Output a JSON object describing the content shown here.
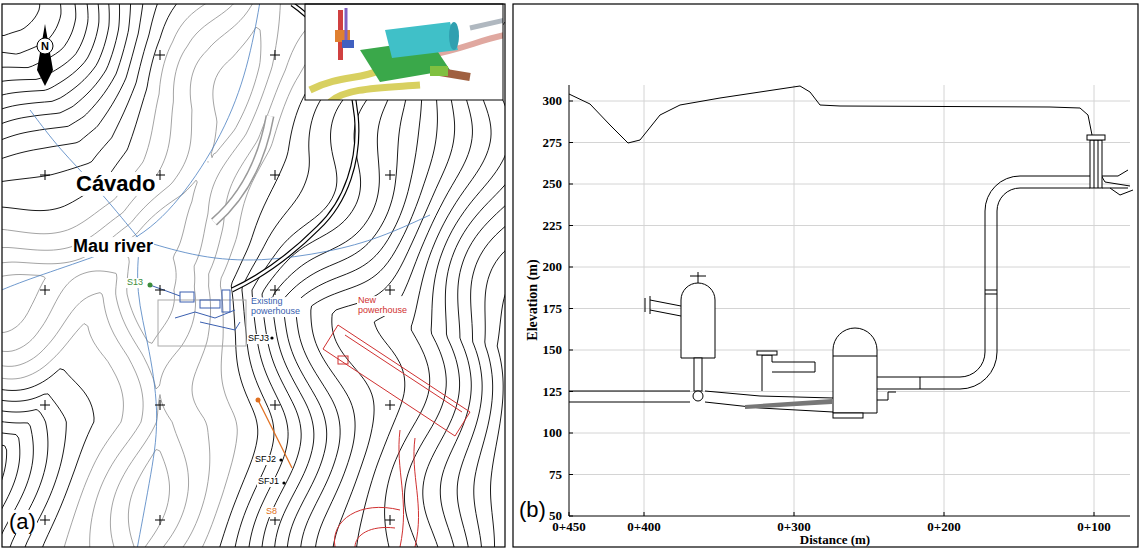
{
  "diagram": {
    "labels": [
      "N",
      "Cávado",
      "Mau river",
      "S13",
      "Existing powerhouse",
      "SFJ3",
      "New powerhouse",
      "SFJ2",
      "SFJ1",
      "S8",
      "(a)",
      "300",
      "275",
      "250",
      "225",
      "200",
      "175",
      "150",
      "125",
      "100",
      "75",
      "50",
      "0+450",
      "0+400",
      "0+300",
      "0+200",
      "0+100",
      "Elevation (m)",
      "Distance (m)",
      "(b)"
    ]
  }
}
